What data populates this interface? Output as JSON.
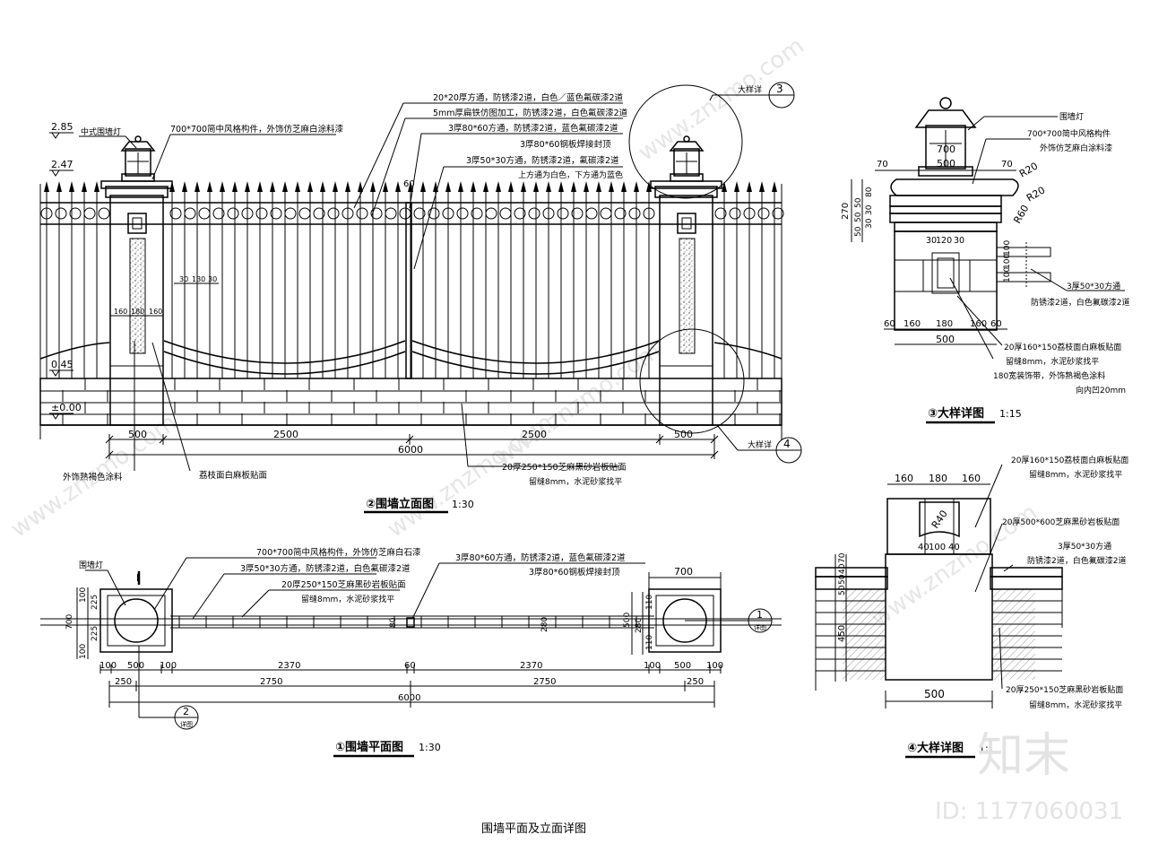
{
  "watermark": {
    "site": "www.znzmo.com",
    "brand": "知末",
    "id": "ID: 1177060031"
  },
  "caption": "围墙平面及立面详图",
  "elevation": {
    "title": "②围墙立面图",
    "scale": "1:30",
    "levels": [
      "2.85",
      "2.47",
      "0.45",
      "±0.00"
    ],
    "lamp_label": "中式围墙灯",
    "callouts": [
      "700*700简中风格构件，外饰仿芝麻白涂料漆",
      "20*20厚方通，防锈漆2道，白色／蓝色氟碳漆2道",
      "5mm厚扁铁仿图加工，防锈漆2道，白色氟碳漆2道",
      "3厚80*60方通，防锈漆2道，蓝色氟碳漆2道",
      "3厚80*60钢板焊接封顶",
      "3厚50*30方通，防锈漆2道，氟碳漆2道",
      "上方通为白色，下方通为蓝色"
    ],
    "post_dims": [
      "160",
      "180",
      "160"
    ],
    "fence_dims": [
      "30",
      "130",
      "30"
    ],
    "dim_60": "60",
    "bottom_labels": [
      "外饰熟褐色涂料",
      "荔枝面白麻板贴面"
    ],
    "base_callout": [
      "20厚250*150芝麻黑砂岩板贴面",
      "留缝8mm，水泥砂浆找平"
    ],
    "dims": [
      "500",
      "2500",
      "2500",
      "500"
    ],
    "total": "6000",
    "detail_refs": [
      {
        "label": "大样详",
        "num": "3"
      },
      {
        "label": "大样详",
        "num": "4"
      }
    ]
  },
  "plan": {
    "title": "①围墙平面图",
    "scale": "1:30",
    "lamp_label": "围墙灯",
    "callouts": [
      "700*700简中风格构件，外饰仿芝麻白石漆",
      "3厚50*30方通，防锈漆2道，白色氟碳漆2道",
      "20厚250*150芝麻黑砂岩板贴面",
      "留缝8mm，水泥砂浆找平",
      "3厚80*60方通，防锈漆2道，蓝色氟碳漆2道",
      "3厚80*60钢板焊接封顶"
    ],
    "top_dim": "700",
    "left_dims": [
      "100",
      "225",
      "700",
      "225",
      "100"
    ],
    "right_dims": [
      "110",
      "500",
      "280",
      "110"
    ],
    "dim_280": "280",
    "dim_80": "80",
    "dims_row1": [
      "100",
      "500",
      "100",
      "2370",
      "60",
      "2370",
      "100",
      "500",
      "100"
    ],
    "dims_row2": [
      "250",
      "2750",
      "2750",
      "250"
    ],
    "total": "6000",
    "section_label": "I",
    "section_marks": [
      {
        "num": "1",
        "sub": "详图"
      },
      {
        "num": "2",
        "sub": "详图"
      }
    ]
  },
  "detail3": {
    "title": "③大样详图",
    "scale": "1:15",
    "lamp_label": "围墙灯",
    "callouts": [
      "700*700简中风格构件",
      "外饰仿芝麻白涂料漆",
      "3厚50*30方通",
      "防锈漆2道，白色氟碳漆2道",
      "20厚160*150荔枝面白麻板贴面",
      "留缝8mm，水泥砂浆找平",
      "180宽装饰带，外饰熟褐色涂料",
      "向内凹20mm"
    ],
    "top_dims": [
      "700",
      "500",
      "70",
      "70"
    ],
    "radii": [
      "R20",
      "R20",
      "R60"
    ],
    "left_dims": [
      "270",
      "80",
      "50",
      "50",
      "50",
      "30",
      "30"
    ],
    "mid_dims": [
      "30",
      "120",
      "30"
    ],
    "side_dims": [
      "100",
      "100",
      "100"
    ],
    "bottom_dims": [
      "60",
      "160",
      "180",
      "160",
      "60"
    ],
    "total": "500"
  },
  "detail4": {
    "title": "④大样详图",
    "scale": "1:1",
    "top_dims": [
      "160",
      "180",
      "160"
    ],
    "radius": "R40",
    "mid_dims": [
      "40",
      "100",
      "40"
    ],
    "callouts": [
      "20厚160*150荔枝面白麻板贴面",
      "留缝8mm，水泥砂浆找平",
      "20厚500*600芝麻黑砂岩板贴面",
      "3厚50*30方通",
      "防锈漆2道，白色氟碳漆2道",
      "20厚250*150芝麻黑砂岩板贴面",
      "留缝8mm，水泥砂浆找平"
    ],
    "left_dims": [
      "70",
      "40",
      "50",
      "50",
      "450"
    ],
    "total": "500"
  }
}
